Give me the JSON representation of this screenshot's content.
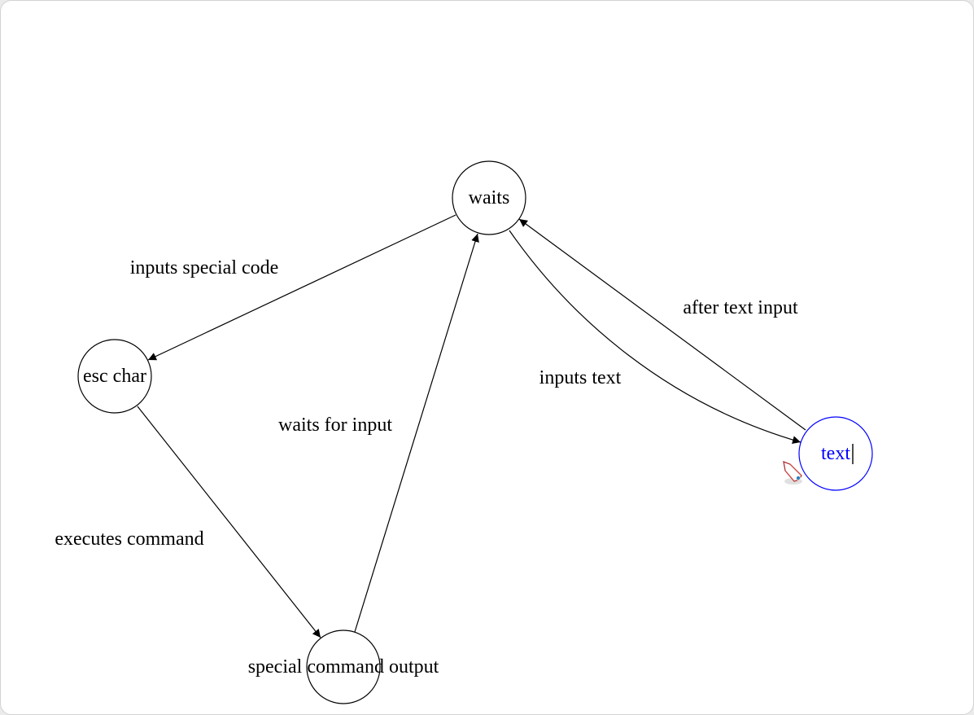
{
  "diagram": {
    "nodes": [
      {
        "id": "waits",
        "label": "waits"
      },
      {
        "id": "esc_char",
        "label": "esc char"
      },
      {
        "id": "special_command_output",
        "label": "special command output"
      },
      {
        "id": "text",
        "label": "text",
        "selected": true,
        "editing": true
      }
    ],
    "edges": [
      {
        "id": "waits_to_esc",
        "from": "waits",
        "to": "esc_char",
        "label": "inputs special code"
      },
      {
        "id": "esc_to_special",
        "from": "esc_char",
        "to": "special_command_output",
        "label": "executes command"
      },
      {
        "id": "special_to_waits",
        "from": "special_command_output",
        "to": "waits",
        "label": "waits for input"
      },
      {
        "id": "waits_to_text",
        "from": "waits",
        "to": "text",
        "label": "inputs text"
      },
      {
        "id": "text_to_waits",
        "from": "text",
        "to": "waits",
        "label": "after text input"
      }
    ],
    "colors": {
      "selected": "#0000ff",
      "default": "#000000"
    }
  }
}
